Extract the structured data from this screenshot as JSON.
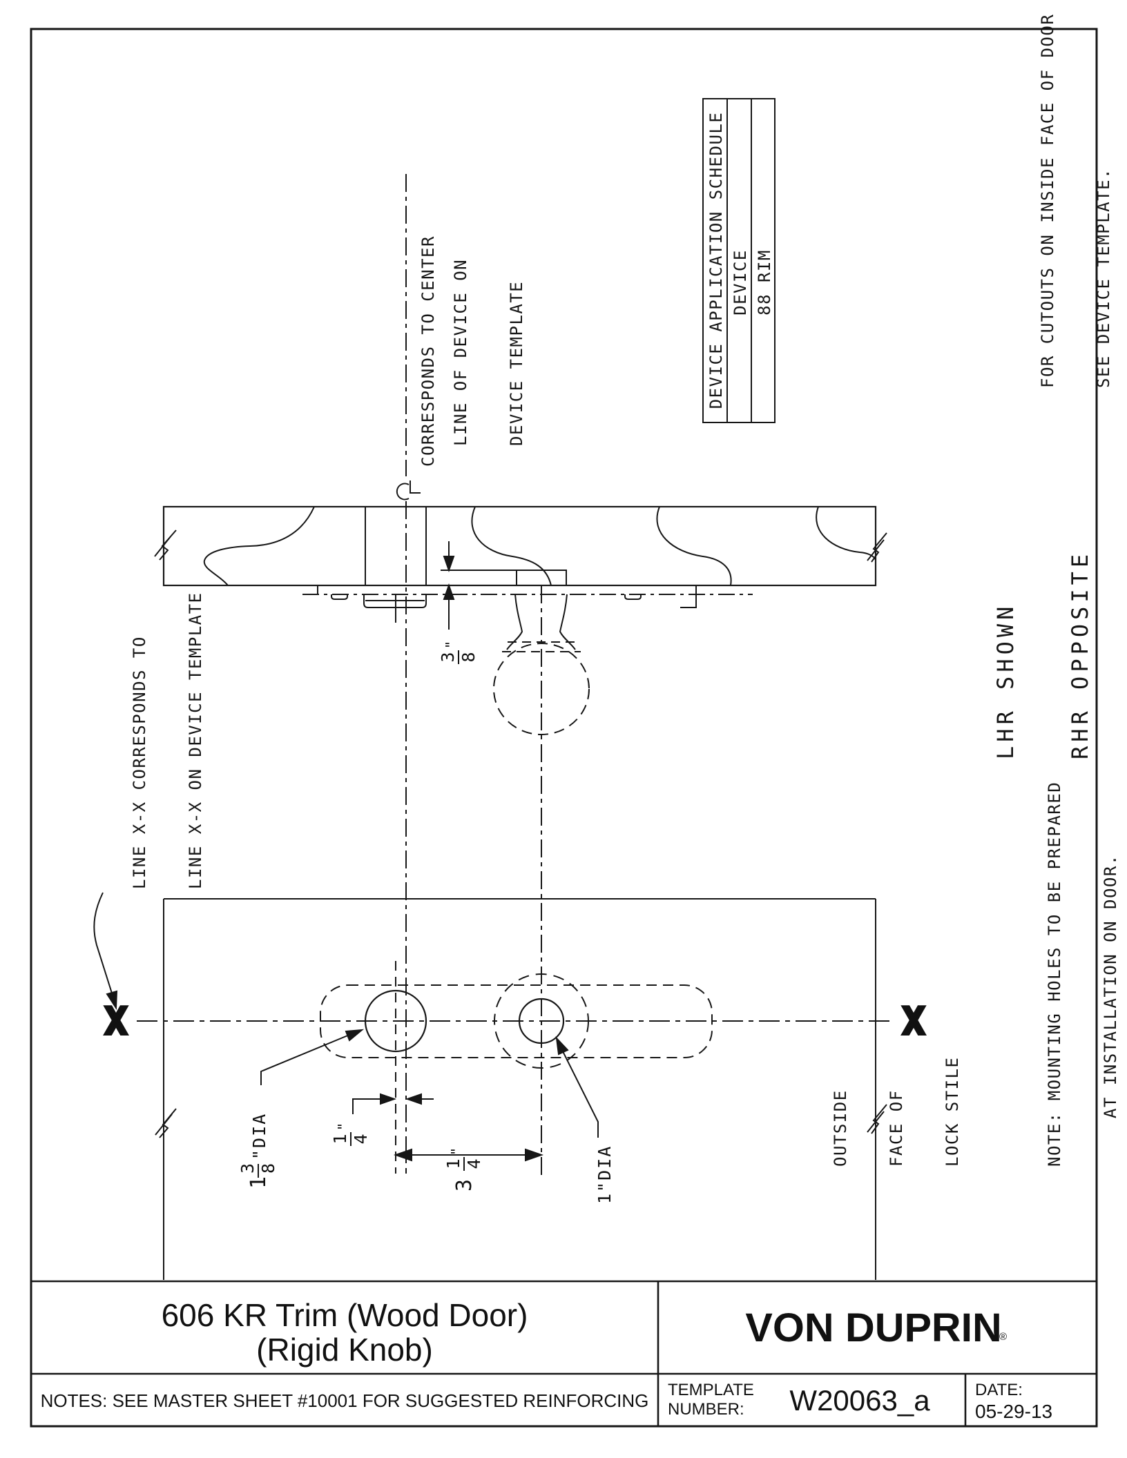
{
  "document": {
    "type": "installation-template-drawing",
    "line_color": "#161616",
    "background": "#ffffff"
  },
  "schedule": {
    "title": "DEVICE APPLICATION SCHEDULE",
    "header": "DEVICE",
    "row": "88 RIM"
  },
  "annotations": {
    "center_label_line1": "CORRESPONDS TO CENTER",
    "center_label_line2": "LINE OF DEVICE ON",
    "center_label_line3": "DEVICE TEMPLATE",
    "cutouts_line1": "FOR CUTOUTS ON INSIDE FACE OF DOOR",
    "cutouts_line2": "SEE DEVICE TEMPLATE.",
    "xx_label_line1": "LINE X-X CORRESPONDS TO",
    "xx_label_line2": "LINE X-X ON DEVICE TEMPLATE",
    "hand_line1": "LHR SHOWN",
    "hand_line2": "RHR OPPOSITE",
    "stile_line1": "OUTSIDE",
    "stile_line2": "FACE OF",
    "stile_line3": "LOCK STILE",
    "note_line1": "NOTE: MOUNTING HOLES TO BE PREPARED",
    "note_line2": "AT INSTALLATION ON DOOR.",
    "x_marker_left": "X",
    "x_marker_right": "X"
  },
  "dims": {
    "depth_num": "3",
    "depth_den": "8",
    "depth_unit": "\"",
    "offset_num": "1",
    "offset_den": "4",
    "offset_unit": "\"",
    "span_whole": "3",
    "span_num": "1",
    "span_den": "4",
    "span_unit": "\"",
    "holeA_whole": "1",
    "holeA_num": "3",
    "holeA_den": "8",
    "holeA_suffix": "\"DIA",
    "holeB_label": "1\"DIA"
  },
  "title_block": {
    "product_line1": "606 KR Trim (Wood Door)",
    "product_line2": "(Rigid Knob)",
    "brand": "VON DUPRIN",
    "registered": "®",
    "notes": "NOTES: SEE MASTER SHEET #10001 FOR SUGGESTED REINFORCING",
    "template_label_line1": "TEMPLATE",
    "template_label_line2": "NUMBER:",
    "template_number": "W20063_a",
    "date_label": "DATE:",
    "date_value": "05-29-13"
  }
}
